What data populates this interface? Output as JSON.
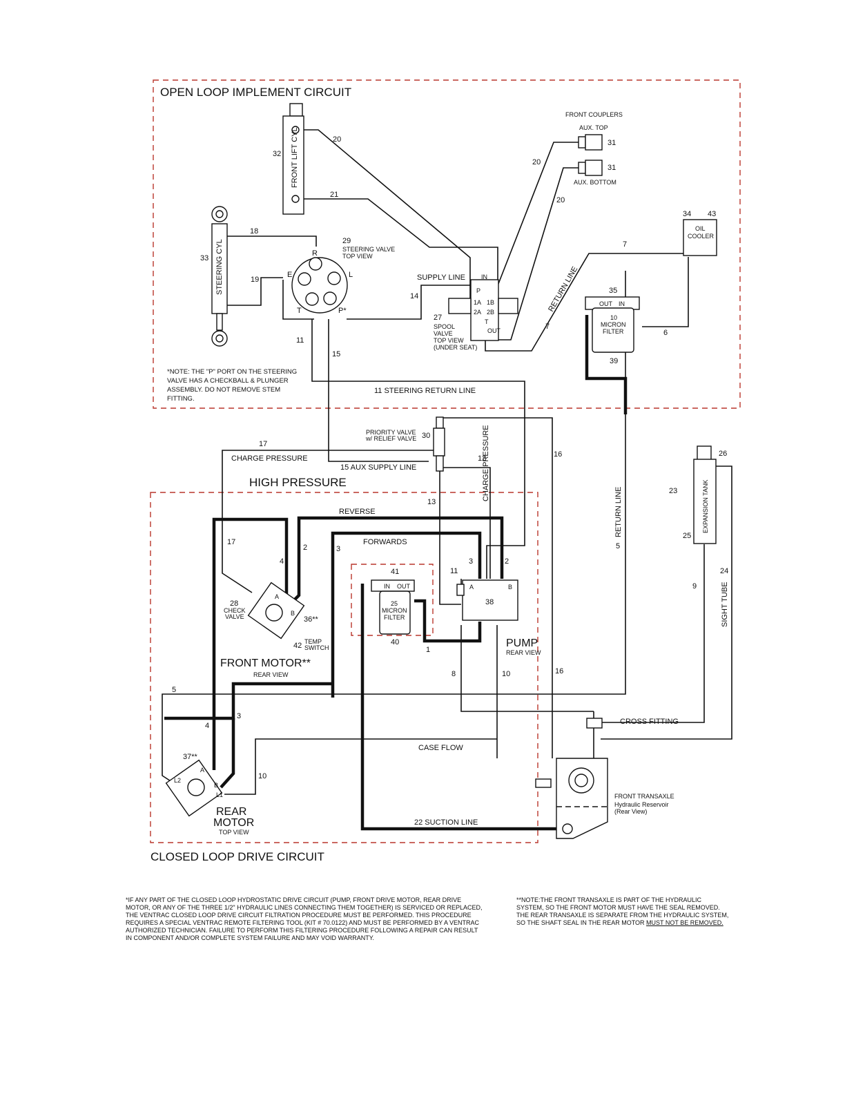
{
  "sections": {
    "open_loop": "OPEN LOOP IMPLEMENT CIRCUIT",
    "closed_loop": "CLOSED LOOP DRIVE CIRCUIT",
    "high_pressure": "HIGH PRESSURE"
  },
  "components": {
    "front_lift_cyl": "FRONT LIFT CYL",
    "steering_cyl": "STEERING CYL",
    "steering_valve": [
      "STEERING VALVE",
      "TOP VIEW"
    ],
    "spool_valve": [
      "SPOOL",
      "VALVE",
      "TOP VIEW",
      "(UNDER SEAT)"
    ],
    "oil_cooler": [
      "OIL",
      "COOLER"
    ],
    "micron_filter_10": [
      "10",
      "MICRON",
      "FILTER"
    ],
    "micron_filter_25": [
      "25",
      "MICRON",
      "FILTER"
    ],
    "front_couplers": "FRONT COUPLERS",
    "aux_top": "AUX. TOP",
    "aux_bottom": "AUX. BOTTOM",
    "priority_valve": [
      "PRIORITY VALVE",
      "w/ RELIEF VALVE"
    ],
    "expansion_tank": "EXPANSION TANK",
    "pump": "PUMP",
    "pump_view": "REAR VIEW",
    "front_motor": "FRONT MOTOR**",
    "front_motor_view": "REAR VIEW",
    "rear_motor": [
      "REAR",
      "MOTOR"
    ],
    "rear_motor_view": "TOP VIEW",
    "check_valve": [
      "CHECK",
      "VALVE"
    ],
    "temp_switch": [
      "TEMP",
      "SWITCH"
    ],
    "front_transaxle": [
      "FRONT TRANSAXLE",
      "Hydraulic Reservoir",
      "(Rear View)"
    ]
  },
  "lines": {
    "supply_line": "SUPPLY LINE",
    "return_line": "RETURN LINE",
    "steering_return": "11  STEERING RETURN LINE",
    "charge_pressure": "CHARGE PRESSURE",
    "charge_pressure_vert": "CHARGE PRESSURE",
    "aux_supply": "15  AUX SUPPLY LINE",
    "reverse": "REVERSE",
    "forwards": "FORWARDS",
    "cross_fitting": "CROSS FITTING",
    "case_flow": "CASE FLOW",
    "suction_line": "22     SUCTION LINE",
    "sight_tube": "SIGHT TUBE",
    "return_line_5": "RETURN LINE",
    "return_line_5_num": "5"
  },
  "ports": {
    "sv_R": "R",
    "sv_L": "L",
    "sv_E": "E",
    "sv_T": "T",
    "sv_P": "P*",
    "in": "IN",
    "out": "OUT",
    "p": "P",
    "t": "T",
    "a1": "1A",
    "b1": "1B",
    "a2": "2A",
    "b2": "2B",
    "pump_a": "A",
    "pump_b": "B",
    "fm_a": "A",
    "fm_b": "B",
    "rm_a": "A",
    "rm_b": "B",
    "rm_l1": "L1",
    "rm_l2": "L2"
  },
  "callouts": {
    "c32": "32",
    "c33": "33",
    "c29": "29",
    "c27": "27",
    "c31a": "31",
    "c31b": "31",
    "c34": "34",
    "c43": "43",
    "c35": "35",
    "c39": "39",
    "c30": "30",
    "c26": "26",
    "c23": "23",
    "c25": "25",
    "c24": "24",
    "c9": "9",
    "c41": "41",
    "c40": "40",
    "c38": "38",
    "c28": "28",
    "c36": "36**",
    "c42": "42",
    "c37": "37**",
    "l20a": "20",
    "l21": "21",
    "l18": "18",
    "l19": "19",
    "l14": "14",
    "l20b": "20",
    "l20c": "20",
    "l7a": "7",
    "l7b": "7",
    "l6": "6",
    "l11": "11",
    "l15": "15",
    "l17a": "17",
    "l17b": "17",
    "l12": "12",
    "l13": "13",
    "l16a": "16",
    "l16b": "16",
    "l4a": "4",
    "l2a": "2",
    "l3a": "3",
    "l3b": "3",
    "l2b": "2",
    "l11b": "11",
    "l1": "1",
    "l8": "8",
    "l10a": "10",
    "l5": "5",
    "l4b": "4",
    "l3c": "3",
    "l10b": "10"
  },
  "notes": {
    "p_port": "*NOTE: THE \"P\" PORT ON THE STEERING VALVE HAS A CHECKBALL & PLUNGER ASSEMBLY. DO NOT REMOVE STEM FITTING.",
    "warranty": "*IF ANY PART OF THE CLOSED LOOP HYDROSTATIC DRIVE CIRCUIT (PUMP, FRONT DRIVE MOTOR, REAR DRIVE MOTOR, OR ANY OF THE THREE 1/2\" HYDRAULIC LINES CONNECTING THEM TOGETHER) IS SERVICED OR REPLACED, THE VENTRAC CLOSED LOOP DRIVE CIRCUIT FILTRATION PROCEDURE MUST BE PERFORMED. THIS PROCEDURE REQUIRES A SPECIAL VENTRAC REMOTE FILTERING TOOL (KIT # 70.0122) AND MUST BE PERFORMED BY A VENTRAC AUTHORIZED TECHNICIAN. FAILURE TO PERFORM THIS FILTERING PROCEDURE FOLLOWING A REPAIR CAN RESULT IN COMPONENT AND/OR COMPLETE SYSTEM FAILURE AND MAY VOID WARRANTY.",
    "transaxle_a": "**NOTE:THE FRONT TRANSAXLE IS PART OF THE HYDRAULIC SYSTEM, SO THE FRONT MOTOR MUST HAVE THE SEAL REMOVED. THE REAR TRANSAXLE IS SEPARATE FROM THE HYDRAULIC SYSTEM, SO THE SHAFT SEAL IN THE REAR MOTOR ",
    "transaxle_b": "MUST NOT BE REMOVED."
  },
  "colors": {
    "frame": "#b9352b",
    "line": "#111111"
  }
}
